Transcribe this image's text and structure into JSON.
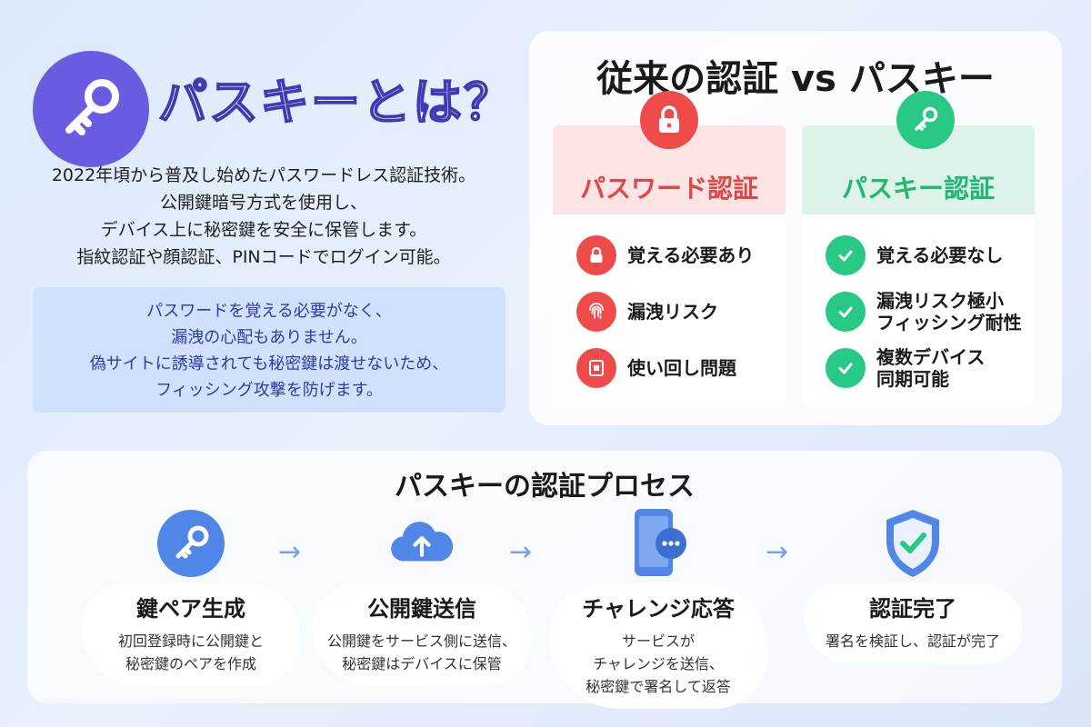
{
  "intro": {
    "title": "パスキーとは？",
    "icon": "key-icon",
    "description_lines": [
      "2022年頃から普及し始めたパスワードレス認証技術。",
      "公開鍵暗号方式を使用し、",
      "デバイス上に秘密鍵を安全に保管します。",
      "指紋認証や顔認証、PINコードでログイン可能。"
    ],
    "note_lines": [
      "パスワードを覚える必要がなく、",
      "漏洩の心配もありません。",
      "偽サイトに誘導されても秘密鍵は渡せないため、",
      "フィッシング攻撃を防げます。"
    ]
  },
  "compare": {
    "title": "従来の認証 vs パスキー",
    "password": {
      "label": "パスワード認証",
      "icon": "lock-icon",
      "color": "#ef4b4b",
      "items": [
        {
          "icon": "lock-icon",
          "label": "覚える必要あり"
        },
        {
          "icon": "fingerprint-icon",
          "label": "漏洩リスク"
        },
        {
          "icon": "reuse-icon",
          "label": "使い回し問題"
        }
      ]
    },
    "passkey": {
      "label": "パスキー認証",
      "icon": "key-icon",
      "color": "#27c984",
      "items": [
        {
          "icon": "check-icon",
          "label": "覚える必要なし"
        },
        {
          "icon": "check-icon",
          "label": "漏洩リスク極小\nフィッシング耐性"
        },
        {
          "icon": "check-icon",
          "label": "複数デバイス\n同期可能"
        }
      ]
    }
  },
  "process": {
    "title": "パスキーの認証プロセス",
    "steps": [
      {
        "icon": "key-icon",
        "label": "鍵ペア生成",
        "desc": "初回登録時に公開鍵と\n秘密鍵のペアを作成"
      },
      {
        "icon": "cloud-upload-icon",
        "label": "公開鍵送信",
        "desc": "公開鍵をサービス側に送信、\n秘密鍵はデバイスに保管"
      },
      {
        "icon": "phone-chat-icon",
        "label": "チャレンジ応答",
        "desc": "サービスが\nチャレンジを送信、\n秘密鍵で署名して返答"
      },
      {
        "icon": "shield-check-icon",
        "label": "認証完了",
        "desc": "署名を検証し、認証が完了"
      }
    ],
    "arrow": "→"
  }
}
